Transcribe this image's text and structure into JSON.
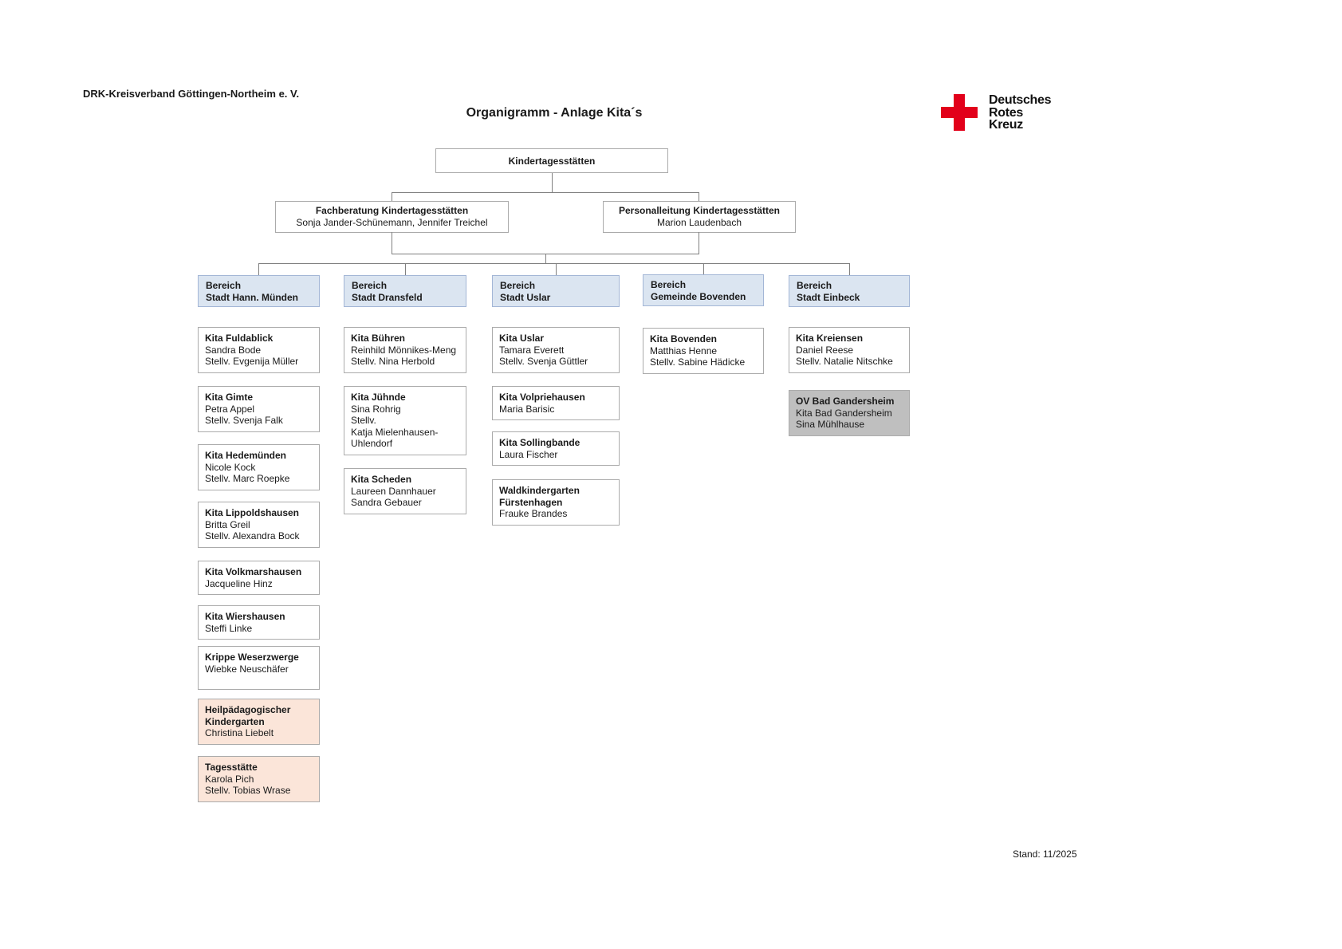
{
  "page": {
    "company": "DRK-Kreisverband Göttingen-Northeim e. V.",
    "title": "Organigramm - Anlage Kita´s",
    "stand": "Stand: 11/2025"
  },
  "logo": {
    "icon": "red-cross-icon",
    "line1": "Deutsches",
    "line2": "Rotes",
    "line3": "Kreuz"
  },
  "colors": {
    "drk_red": "#e2001a",
    "bereich_header_fill": "#dbe5f1",
    "bereich_header_border": "#a3b6d6",
    "box_border": "#ababab",
    "peach_fill": "#fbe5d9",
    "gray_fill": "#bfbfbf",
    "connector": "#808080"
  },
  "root": {
    "title": "Kindertagesstätten"
  },
  "level2": [
    {
      "title": "Fachberatung Kindertagesstätten",
      "lines": [
        "Sonja Jander-Schünemann, Jennifer Treichel"
      ]
    },
    {
      "title": "Personalleitung Kindertagesstätten",
      "lines": [
        "Marion Laudenbach"
      ]
    }
  ],
  "columns": [
    {
      "header": [
        "Bereich",
        "Stadt Hann. Münden"
      ],
      "boxes": [
        {
          "title": "Kita Fuldablick",
          "lines": [
            "Sandra Bode",
            "Stellv. Evgenija Müller"
          ],
          "style": "white"
        },
        {
          "title": "Kita Gimte",
          "lines": [
            "Petra Appel",
            "Stellv. Svenja Falk"
          ],
          "style": "white"
        },
        {
          "title": "Kita Hedemünden",
          "lines": [
            "Nicole Kock",
            "Stellv. Marc Roepke"
          ],
          "style": "white"
        },
        {
          "title": "Kita Lippoldshausen",
          "lines": [
            "Britta Greil",
            "Stellv. Alexandra Bock"
          ],
          "style": "white"
        },
        {
          "title": "Kita Volkmarshausen",
          "lines": [
            "Jacqueline Hinz"
          ],
          "style": "white"
        },
        {
          "title": "Kita Wiershausen",
          "lines": [
            "Steffi Linke"
          ],
          "style": "white"
        },
        {
          "title": "Krippe Weserzwerge",
          "lines": [
            "Wiebke Neuschäfer"
          ],
          "style": "white"
        },
        {
          "title": "Heilpädagogischer Kindergarten",
          "lines": [
            "Christina Liebelt"
          ],
          "style": "peach"
        },
        {
          "title": "Tagesstätte",
          "lines": [
            "Karola Pich",
            "Stellv. Tobias Wrase"
          ],
          "style": "peach"
        }
      ]
    },
    {
      "header": [
        "Bereich",
        "Stadt Dransfeld"
      ],
      "boxes": [
        {
          "title": "Kita Bühren",
          "lines": [
            "Reinhild Mönnikes-Meng",
            "Stellv. Nina Herbold"
          ],
          "style": "white"
        },
        {
          "title": "Kita Jühnde",
          "lines": [
            "Sina Rohrig",
            "Stellv.",
            "Katja Mielenhausen-Uhlendorf"
          ],
          "style": "white"
        },
        {
          "title": "Kita Scheden",
          "lines": [
            "Laureen Dannhauer",
            "Sandra Gebauer"
          ],
          "style": "white"
        }
      ]
    },
    {
      "header": [
        "Bereich",
        "Stadt Uslar"
      ],
      "boxes": [
        {
          "title": "Kita Uslar",
          "lines": [
            "Tamara Everett",
            "Stellv. Svenja Güttler"
          ],
          "style": "white"
        },
        {
          "title": "Kita Volpriehausen",
          "lines": [
            "Maria Barisic"
          ],
          "style": "white"
        },
        {
          "title": "Kita Sollingbande",
          "lines": [
            "Laura Fischer"
          ],
          "style": "white"
        },
        {
          "title": "Waldkindergarten Fürstenhagen",
          "lines": [
            "Frauke Brandes"
          ],
          "style": "white"
        }
      ]
    },
    {
      "header": [
        "Bereich",
        "Gemeinde Bovenden"
      ],
      "boxes": [
        {
          "title": "Kita Bovenden",
          "lines": [
            "Matthias Henne",
            "Stellv. Sabine Hädicke"
          ],
          "style": "white"
        }
      ]
    },
    {
      "header": [
        "Bereich",
        "Stadt Einbeck"
      ],
      "boxes": [
        {
          "title": "Kita Kreiensen",
          "lines": [
            "Daniel Reese",
            "Stellv. Natalie Nitschke"
          ],
          "style": "white"
        },
        {
          "title": "OV Bad Gandersheim",
          "lines": [
            "Kita Bad Gandersheim",
            "Sina Mühlhause"
          ],
          "style": "gray"
        }
      ]
    }
  ]
}
